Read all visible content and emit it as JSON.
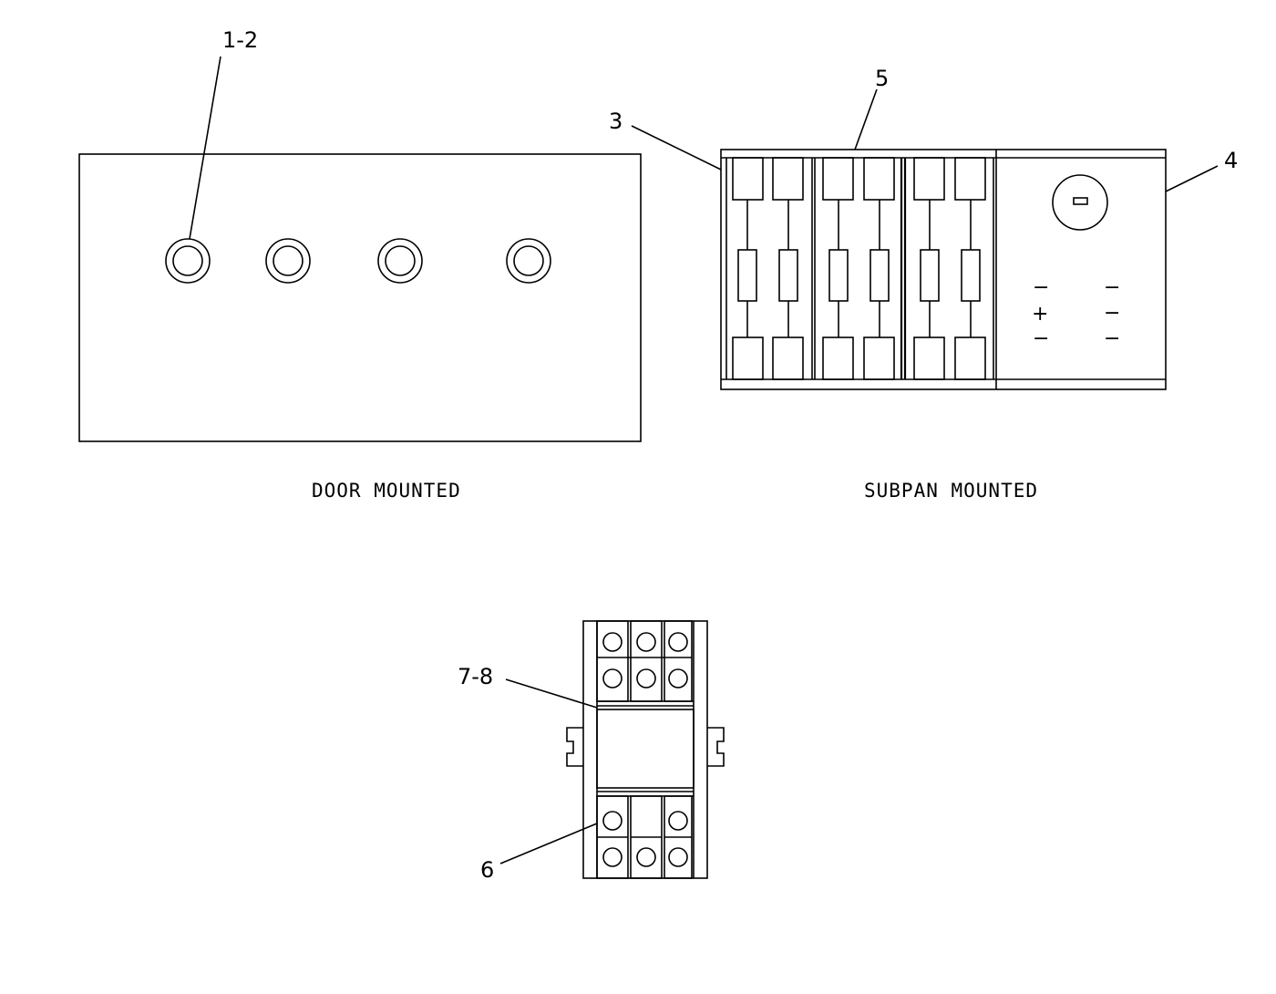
{
  "captions": {
    "door": "DOOR MOUNTED",
    "subpan": "SUBPAN MOUNTED"
  },
  "callouts": {
    "c1": "1-2",
    "c3": "3",
    "c4": "4",
    "c5": "5",
    "c6": "6",
    "c78": "7-8"
  },
  "symbols": {
    "minus": "−",
    "plus": "+"
  }
}
